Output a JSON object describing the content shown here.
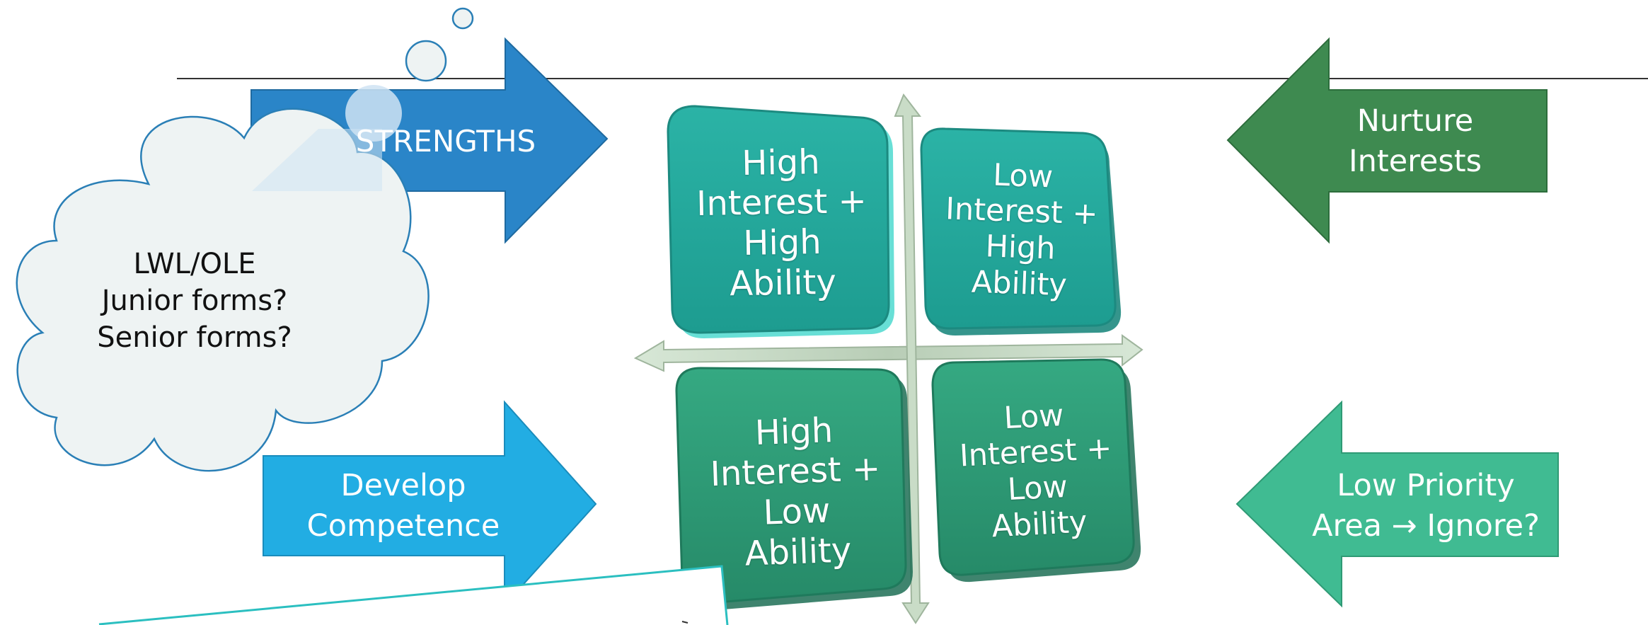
{
  "arrows": {
    "strengths": "STRENGTHS",
    "nurture": [
      "Nurture",
      "Interests"
    ],
    "develop": [
      "Develop",
      "Competence"
    ],
    "low_priority": [
      "Low Priority",
      "Area → Ignore?"
    ]
  },
  "quadrants": {
    "top_left": [
      "High",
      "Interest +",
      "High",
      "Ability"
    ],
    "top_right": [
      "Low",
      "Interest +",
      "High",
      "Ability"
    ],
    "bottom_left": [
      "High",
      "Interest +",
      "Low",
      "Ability"
    ],
    "bottom_right": [
      "Low",
      "Interest +",
      "Low",
      "Ability"
    ]
  },
  "thought_cloud": [
    "LWL/OLE",
    "Junior forms?",
    "Senior forms?"
  ],
  "colors": {
    "strengths_arrow": "#2a85c8",
    "nurture_arrow": "#3e8a50",
    "develop_arrow": "#22ade3",
    "low_priority_arrow": "#40bb92",
    "tile_top": "#24a79c",
    "tile_bottom": "#2e9d78",
    "cloud_fill": "#eef3f3",
    "cloud_stroke": "#2a7fb6",
    "callout_stroke": "#2bbfc0"
  }
}
